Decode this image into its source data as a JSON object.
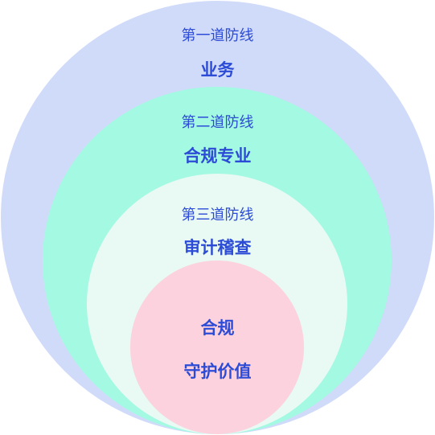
{
  "layers": [
    {
      "subtitle": "第一道防线",
      "title": "业务",
      "color": "#d0dbfa"
    },
    {
      "subtitle": "第二道防线",
      "title": "合规专业",
      "color": "#a3f9e1"
    },
    {
      "subtitle": "第三道防线",
      "title": "审计稽查",
      "color": "#e8faf3"
    }
  ],
  "core": {
    "title": "合规",
    "subtitle": "守护价值",
    "color": "#fcd2de"
  },
  "text_color": "#2c4bd6"
}
